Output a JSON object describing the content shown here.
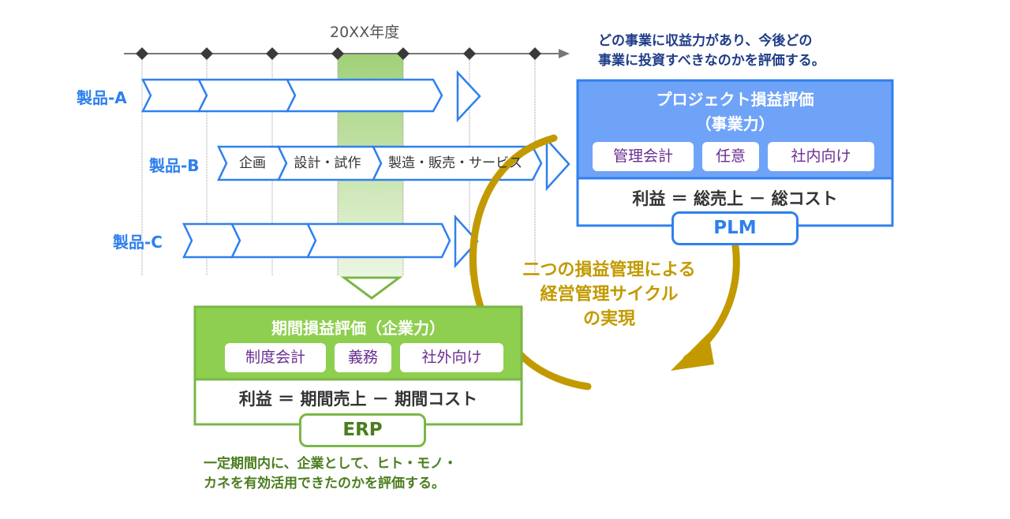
{
  "timeline": {
    "title": "20XX年度"
  },
  "products": [
    {
      "label": "製品-A",
      "stages": [
        "",
        "",
        ""
      ]
    },
    {
      "label": "製品-B",
      "stages": [
        "企画",
        "設計・試作",
        "製造・販売・サービス"
      ]
    },
    {
      "label": "製品-C",
      "stages": [
        "",
        "",
        ""
      ]
    }
  ],
  "plm": {
    "note": [
      "どの事業に収益力があり、今後どの",
      "事業に投資すべきなのかを評価する。"
    ],
    "title": "プロジェクト損益評価",
    "subtitle": "（事業力）",
    "chips": [
      "管理会計",
      "任意",
      "社内向け"
    ],
    "formula": "利益 ＝ 総売上 － 総コスト",
    "badge": "PLM"
  },
  "erp": {
    "title": "期間損益評価（企業力）",
    "chips": [
      "制度会計",
      "義務",
      "社外向け"
    ],
    "formula": "利益 ＝ 期間売上 － 期間コスト",
    "badge": "ERP",
    "note": [
      "一定期間内に、企業として、ヒト・モノ・",
      "カネを有効活用できたのかを評価する。"
    ]
  },
  "cycle": {
    "lines": [
      "二つの損益管理による",
      "経営管理サイクル",
      "の実現"
    ]
  },
  "colors": {
    "blue": "#2f80ed",
    "plm_fill": "#6fa3f7",
    "navy": "#1f3c88",
    "green": "#7ab648",
    "green_fill": "#8ecf4f",
    "dark_green": "#4a7d1e",
    "purple": "#6a2c91",
    "gold": "#c29a00",
    "highlight": "#d3e9bd"
  }
}
